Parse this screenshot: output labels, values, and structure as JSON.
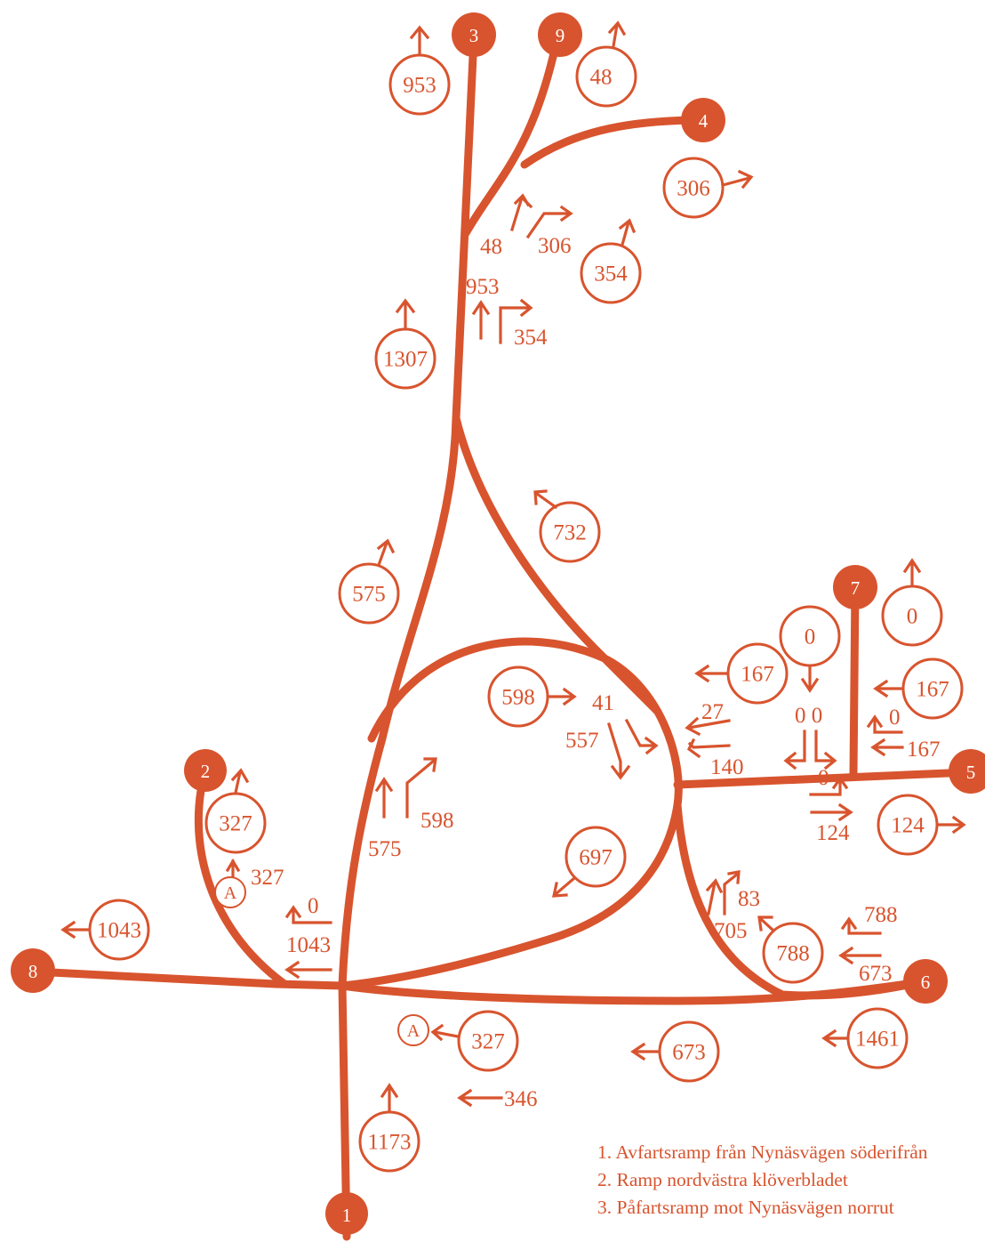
{
  "nodes": {
    "n1": "1",
    "n2": "2",
    "n3": "3",
    "n4": "4",
    "n5": "5",
    "n6": "6",
    "n7": "7",
    "n8": "8",
    "n9": "9"
  },
  "flows": {
    "c953": "953",
    "c48": "48",
    "c306": "306",
    "c354": "354",
    "c1307": "1307",
    "c732": "732",
    "c575": "575",
    "c598": "598",
    "c0a": "0",
    "c0b": "0",
    "c167a": "167",
    "c167b": "167",
    "c124": "124",
    "c697": "697",
    "c327a": "327",
    "c1043": "1043",
    "c788": "788",
    "c327b": "327",
    "c673": "673",
    "c1461": "1461",
    "c1173": "1173"
  },
  "labels": {
    "l48": "48",
    "l306": "306",
    "l953": "953",
    "l354": "354",
    "l41": "41",
    "l557": "557",
    "l27": "27",
    "l140": "140",
    "l00": "0 0",
    "l0r": "0",
    "l167r": "167",
    "l575": "575",
    "l598": "598",
    "l0s": "0",
    "l124s": "124",
    "l327s": "327",
    "l0w": "0",
    "l1043w": "1043",
    "l83": "83",
    "l705": "705",
    "l788s": "788",
    "l673s": "673",
    "l346": "346"
  },
  "markers": {
    "a1": "A",
    "a2": "A"
  },
  "legend": [
    "1. Avfartsramp från Nynäsvägen söderifrån",
    "2. Ramp nordvästra klöverbladet",
    "3. Påfartsramp mot Nynäsvägen norrut"
  ],
  "colors": {
    "accent": "#d8542e",
    "background": "#ffffff"
  }
}
